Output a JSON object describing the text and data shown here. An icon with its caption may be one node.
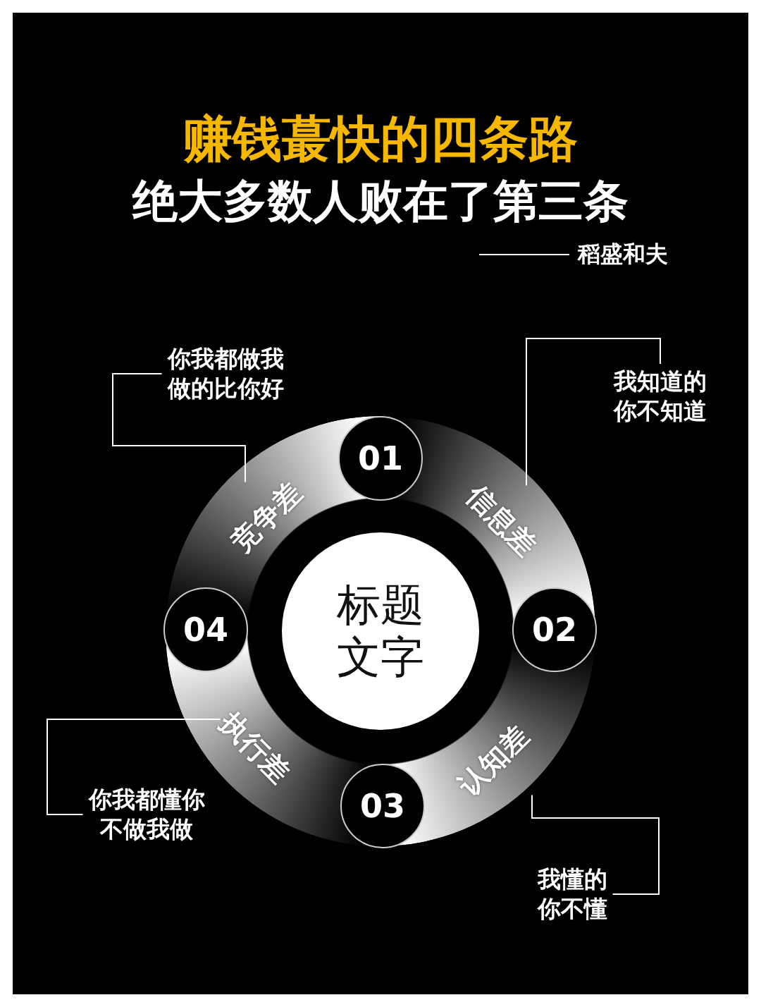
{
  "diagram": {
    "title": "赚钱蕞快的四条路",
    "nodes": [
      {
        "text": [
          "标题文字"
        ]
      },
      {
        "text": [
          "01"
        ]
      },
      {
        "text": [
          "竞争差"
        ]
      },
      {
        "text": [
          "信息差"
        ]
      },
      {
        "text": [
          "02"
        ]
      },
      {
        "text": [
          "认知差"
        ]
      },
      {
        "text": [
          "03"
        ]
      },
      {
        "text": [
          "执行差"
        ]
      },
      {
        "text": [
          "04"
        ]
      },
      {
        "text": [
          "你我都做我做的比你好"
        ]
      },
      {
        "text": [
          "我知道的你不知道"
        ]
      },
      {
        "text": [
          "你我都懂你不做我做"
        ]
      },
      {
        "text": [
          "我懂的你不懂"
        ]
      }
    ],
    "edges": [
      {
        "from": 9,
        "to": 2,
        "arrow": "none"
      },
      {
        "from": 10,
        "to": 3,
        "arrow": "none"
      },
      {
        "from": 11,
        "to": 7,
        "arrow": "none"
      },
      {
        "from": 12,
        "to": 5,
        "arrow": "none"
      }
    ],
    "labels": [
      "绝大多数人败在了第三条",
      "稻盛和夫"
    ]
  }
}
